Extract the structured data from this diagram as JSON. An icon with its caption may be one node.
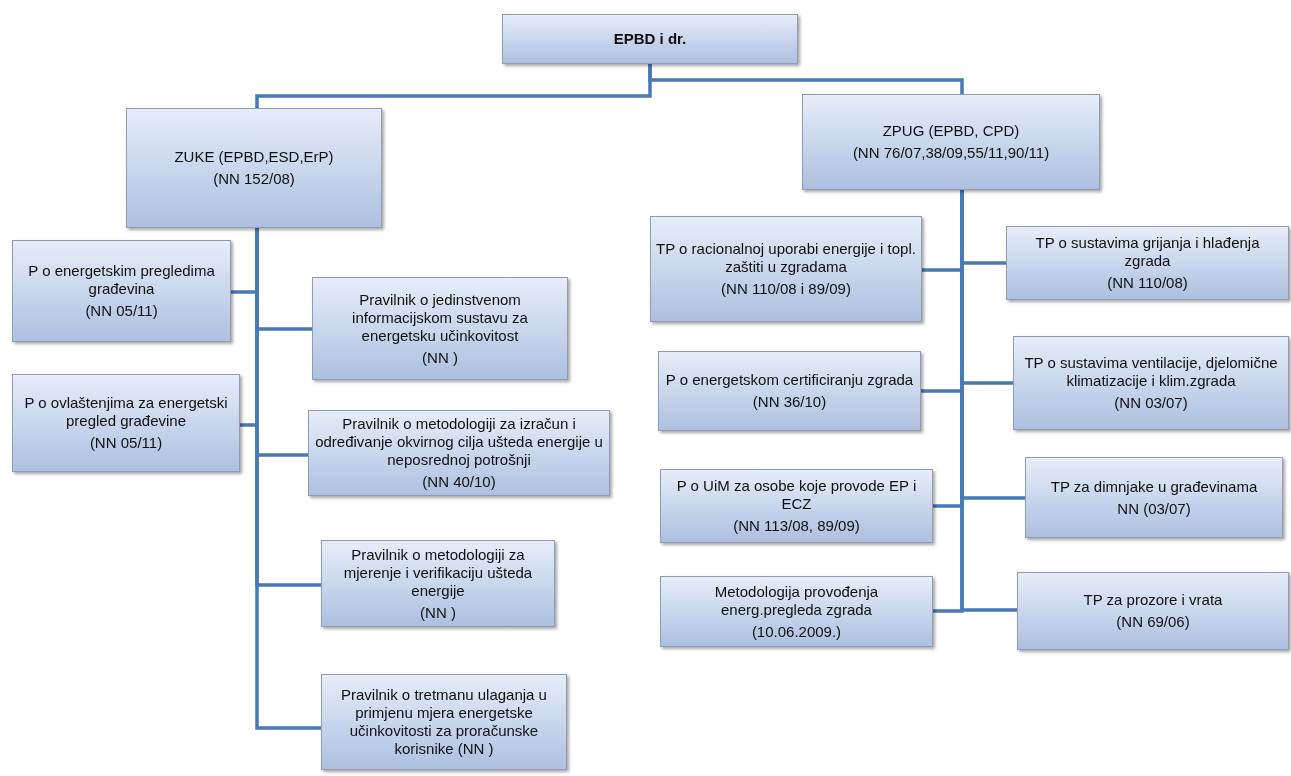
{
  "diagram": {
    "nodes": [
      {
        "text": [
          "EPBD i dr."
        ]
      },
      {
        "text": [
          "ZUKE (EPBD,ESD,ErP)",
          "(NN 152/08)"
        ]
      },
      {
        "text": [
          "ZPUG (EPBD, CPD)",
          "(NN 76/07,38/09,55/11,90/11)"
        ]
      },
      {
        "text": [
          "P o energetskim pregledima građevina",
          "(NN 05/11)"
        ]
      },
      {
        "text": [
          "Pravilnik o jedinstvenom informacijskom sustavu za energetsku učinkovitost",
          "(NN )"
        ]
      },
      {
        "text": [
          "P o ovlaštenjima za energetski pregled građevine",
          "(NN 05/11)"
        ]
      },
      {
        "text": [
          "Pravilnik o metodologiji za izračun i određivanje okvirnog cilja ušteda energije u neposrednoj potrošnji",
          "(NN 40/10)"
        ]
      },
      {
        "text": [
          "Pravilnik o metodologiji za mjerenje i verifikaciju ušteda energije",
          "(NN )"
        ]
      },
      {
        "text": [
          "Pravilnik o tretmanu ulaganja u primjenu mjera energetske učinkovitosti za proračunske korisnike (NN )"
        ]
      },
      {
        "text": [
          "TP o racionalnoj uporabi energije i topl. zaštiti u zgradama",
          "(NN 110/08 i 89/09)"
        ]
      },
      {
        "text": [
          "TP o sustavima grijanja i hlađenja zgrada",
          "(NN 110/08)"
        ]
      },
      {
        "text": [
          "P o energetskom certificiranju zgrada",
          "(NN 36/10)"
        ]
      },
      {
        "text": [
          "TP o sustavima ventilacije, djelomične klimatizacije i klim.zgrada",
          "(NN 03/07)"
        ]
      },
      {
        "text": [
          "P o UiM za osobe koje provode EP i ECZ",
          "(NN 113/08, 89/09)"
        ]
      },
      {
        "text": [
          "TP za dimnjake u građevinama",
          "NN (03/07)"
        ]
      },
      {
        "text": [
          "Metodologija provođenja energ.pregleda zgrada",
          "(10.06.2009.)"
        ]
      },
      {
        "text": [
          "TP za prozore i vrata",
          "(NN 69/06)"
        ]
      }
    ],
    "edges": [
      {
        "from": 0,
        "to": 1,
        "arrow": "none"
      },
      {
        "from": 0,
        "to": 2,
        "arrow": "none"
      },
      {
        "from": 1,
        "to": 3,
        "arrow": "none"
      },
      {
        "from": 1,
        "to": 4,
        "arrow": "none"
      },
      {
        "from": 1,
        "to": 5,
        "arrow": "none"
      },
      {
        "from": 1,
        "to": 6,
        "arrow": "none"
      },
      {
        "from": 1,
        "to": 7,
        "arrow": "none"
      },
      {
        "from": 1,
        "to": 8,
        "arrow": "none"
      },
      {
        "from": 2,
        "to": 9,
        "arrow": "none"
      },
      {
        "from": 2,
        "to": 10,
        "arrow": "none"
      },
      {
        "from": 2,
        "to": 11,
        "arrow": "none"
      },
      {
        "from": 2,
        "to": 12,
        "arrow": "none"
      },
      {
        "from": 2,
        "to": 13,
        "arrow": "none"
      },
      {
        "from": 2,
        "to": 14,
        "arrow": "none"
      },
      {
        "from": 2,
        "to": 15,
        "arrow": "none"
      },
      {
        "from": 2,
        "to": 16,
        "arrow": "none"
      }
    ]
  }
}
